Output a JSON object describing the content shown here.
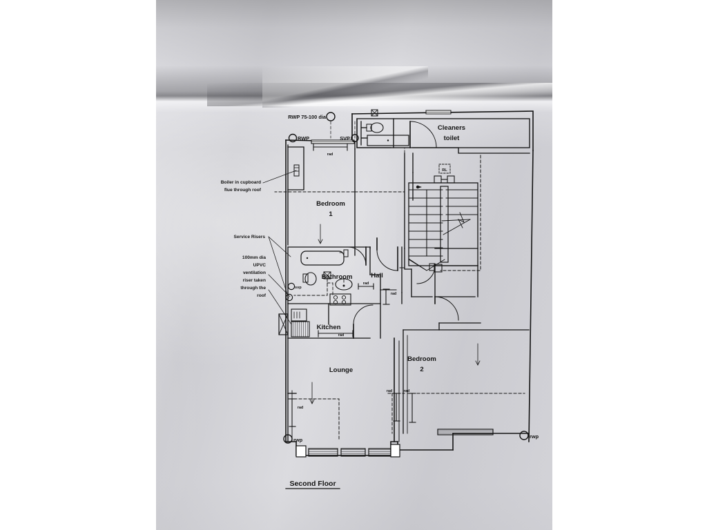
{
  "document": {
    "type": "architectural-floor-plan",
    "title": "Second Floor",
    "medium": "photograph of a creased paper drawing",
    "paper_color": "#c9c9ce",
    "ink_color": "#141414"
  },
  "rooms": [
    {
      "id": "bedroom1",
      "label_line1": "Bedroom",
      "label_line2": "1"
    },
    {
      "id": "bedroom2",
      "label_line1": "Bedroom",
      "label_line2": "2"
    },
    {
      "id": "bathroom",
      "label_line1": "Bathroom",
      "label_line2": ""
    },
    {
      "id": "kitchen",
      "label_line1": "Kitchen",
      "label_line2": ""
    },
    {
      "id": "lounge",
      "label_line1": "Lounge",
      "label_line2": ""
    },
    {
      "id": "hall",
      "label_line1": "Hall",
      "label_line2": ""
    },
    {
      "id": "cleaners-toilet",
      "label_line1": "Cleaners",
      "label_line2": "toilet"
    }
  ],
  "annotations": {
    "rwp_dia": "RWP 75-100 dia",
    "rwp_upper": "RWP",
    "svp_upper": "SVP",
    "svp_lower": "svp",
    "rwp_lower_left": "rwp",
    "rwp_lower_right": "rwp",
    "boiler_line1": "Boiler in cupboard",
    "boiler_line2": "flue through roof",
    "service_risers": "Service Risers",
    "vent_line1": "100mm dia",
    "vent_line2": "UPVC",
    "vent_line3": "ventilation",
    "vent_line4": "riser taken",
    "vent_line5": "through the",
    "vent_line6": "roof",
    "stair_label": "RL"
  },
  "radiators": [
    {
      "id": "rad-bed1",
      "label": "rad"
    },
    {
      "id": "rad-bathroom",
      "label": "rad"
    },
    {
      "id": "rad-hall",
      "label": "rad"
    },
    {
      "id": "rad-kitchen",
      "label": "rad"
    },
    {
      "id": "rad-lounge",
      "label": "rad"
    },
    {
      "id": "rad-hall-lower",
      "label": "rad"
    },
    {
      "id": "rad-bed2",
      "label": "rad"
    }
  ],
  "title_block": {
    "caption": "Second Floor",
    "underlined": true
  }
}
